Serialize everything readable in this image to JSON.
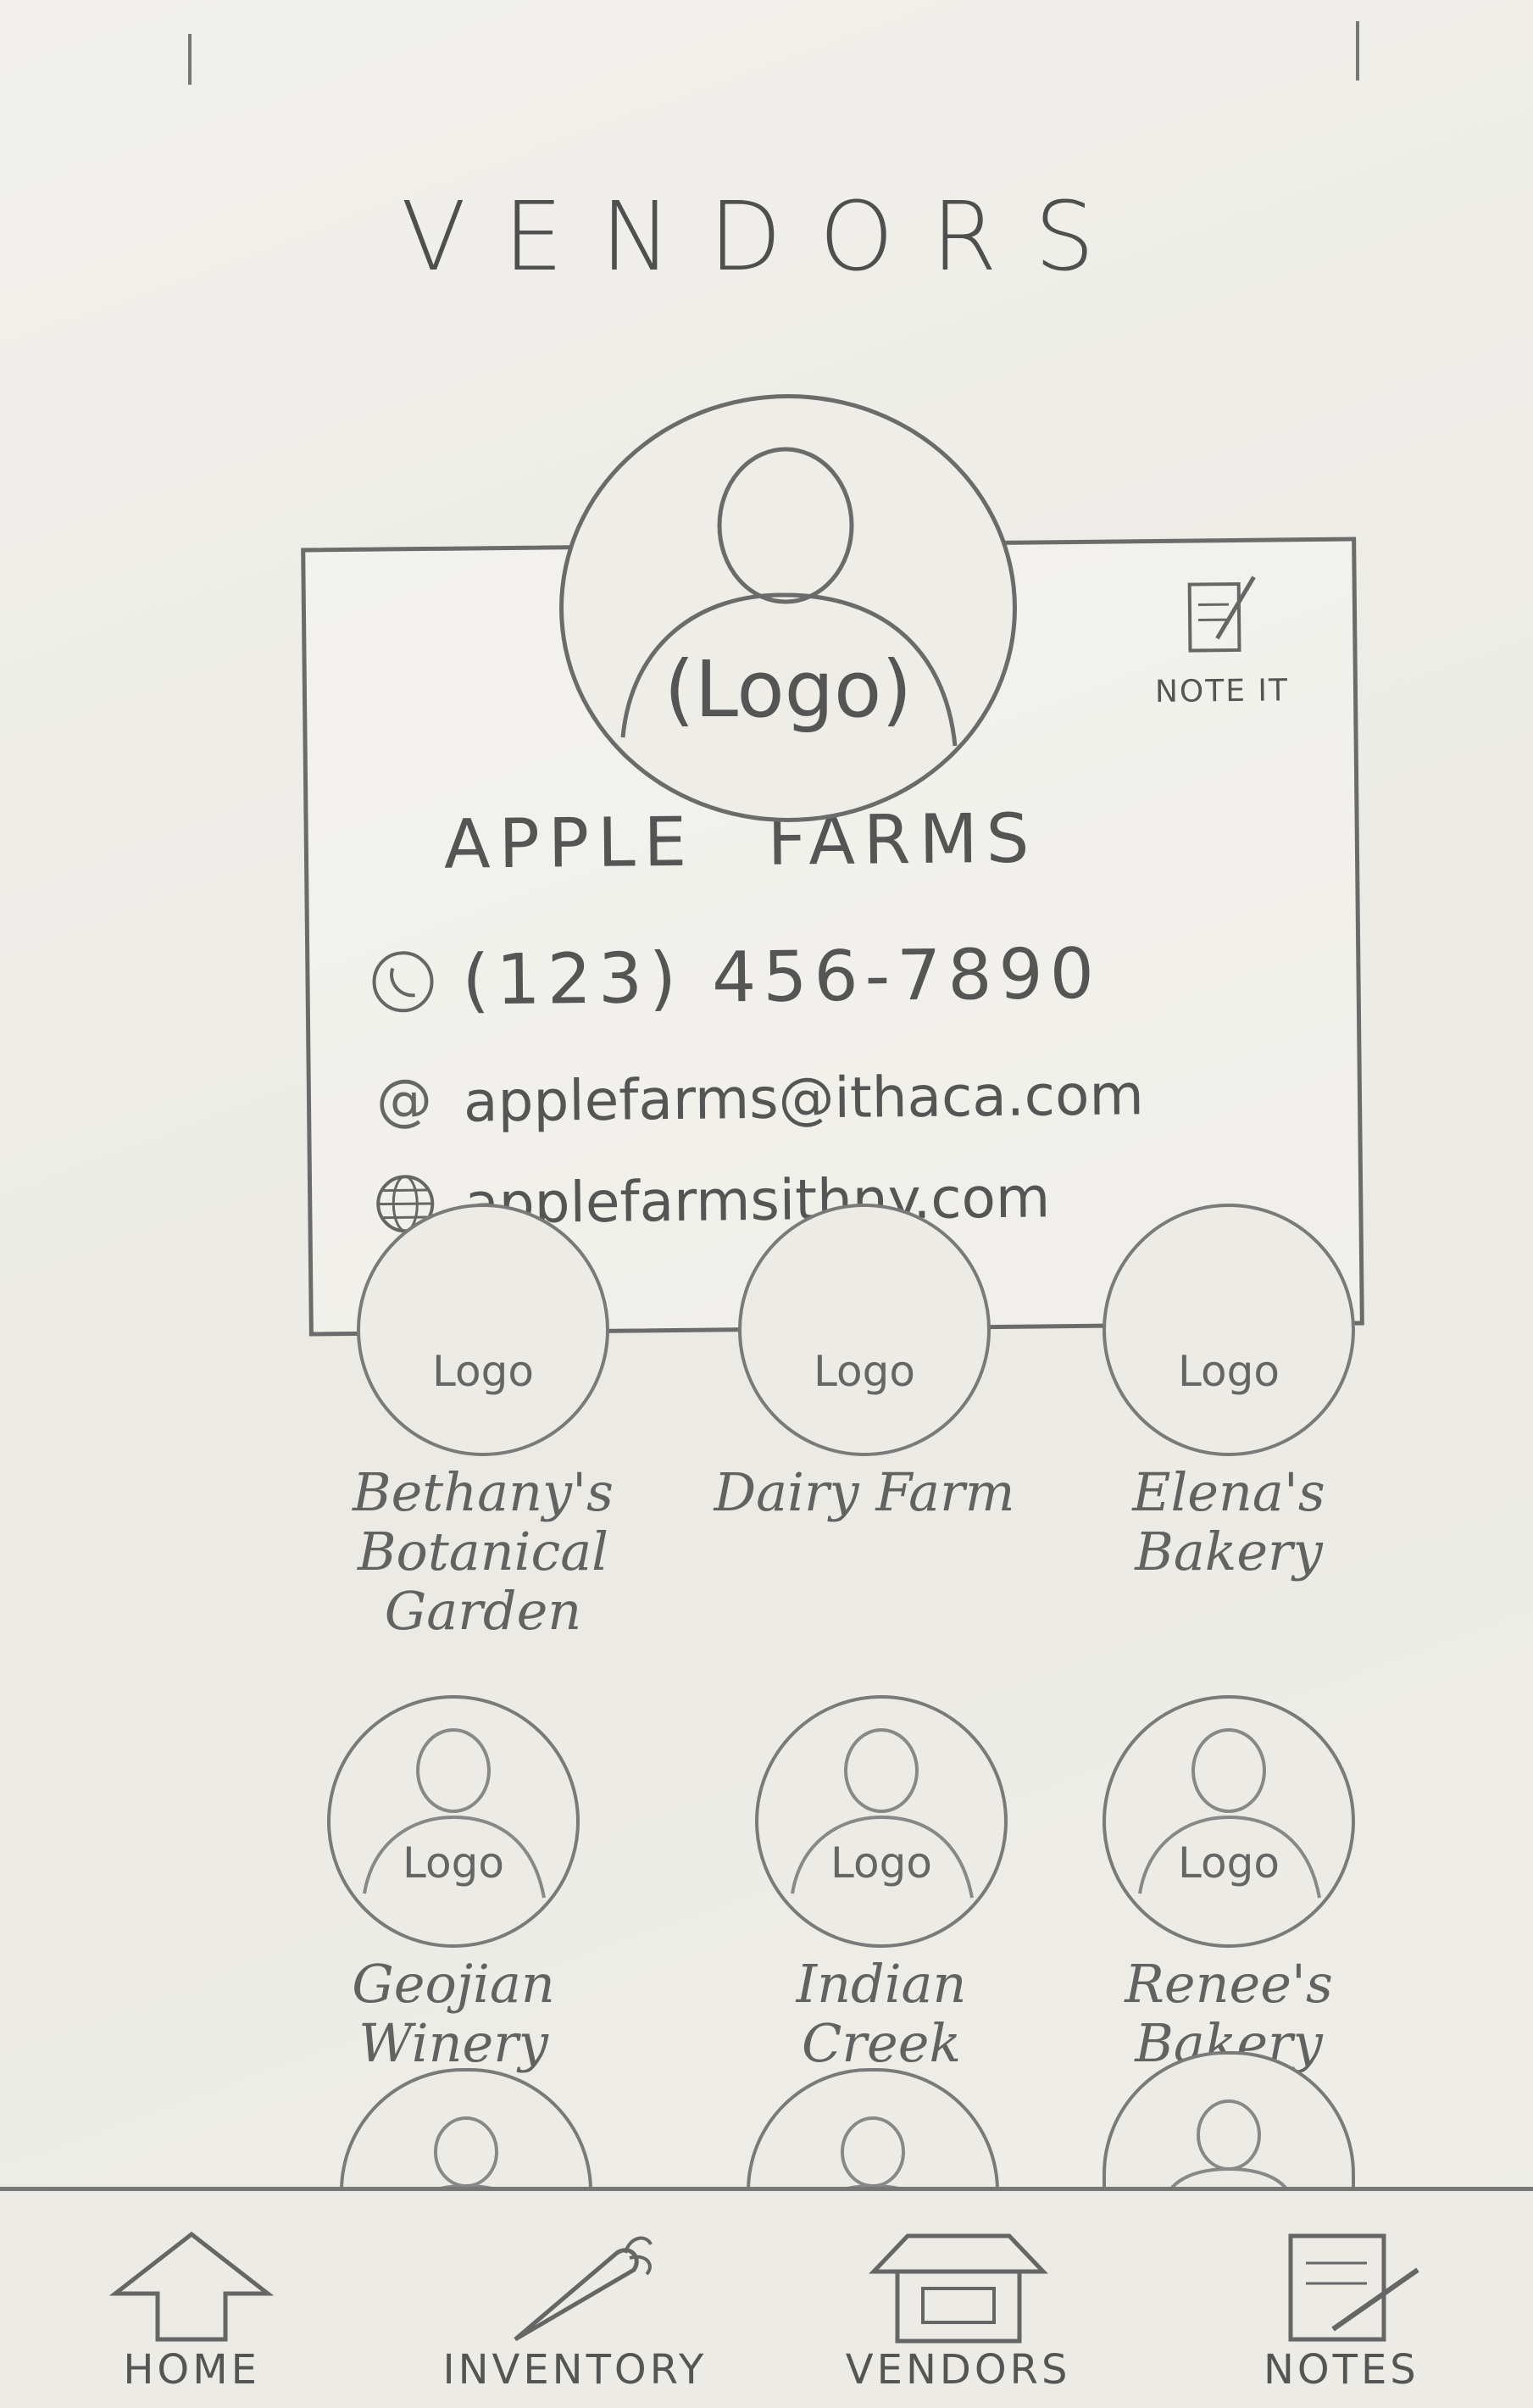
{
  "header": {
    "title": "VENDORS"
  },
  "featured": {
    "logo_label": "(Logo)",
    "note_label": "NOTE IT",
    "name": "APPLE FARMS",
    "phone": "(123) 456-7890",
    "email": "applefarms@ithaca.com",
    "website": "applefarmsithny.com"
  },
  "vendors": [
    {
      "name": "Bethany's Botanical Garden",
      "logo_label": "Logo"
    },
    {
      "name": "Dairy Farm",
      "logo_label": "Logo"
    },
    {
      "name": "Elena's Bakery",
      "logo_label": "Logo"
    },
    {
      "name": "Geojian Winery",
      "logo_label": "Logo"
    },
    {
      "name": "Indian Creek Farm",
      "logo_label": "Logo"
    },
    {
      "name": "Renee's Bakery",
      "logo_label": "Logo"
    }
  ],
  "nav": {
    "home": "HOME",
    "inventory": "INVENTORY",
    "vendors": "VENDORS",
    "notes": "NOTES"
  }
}
